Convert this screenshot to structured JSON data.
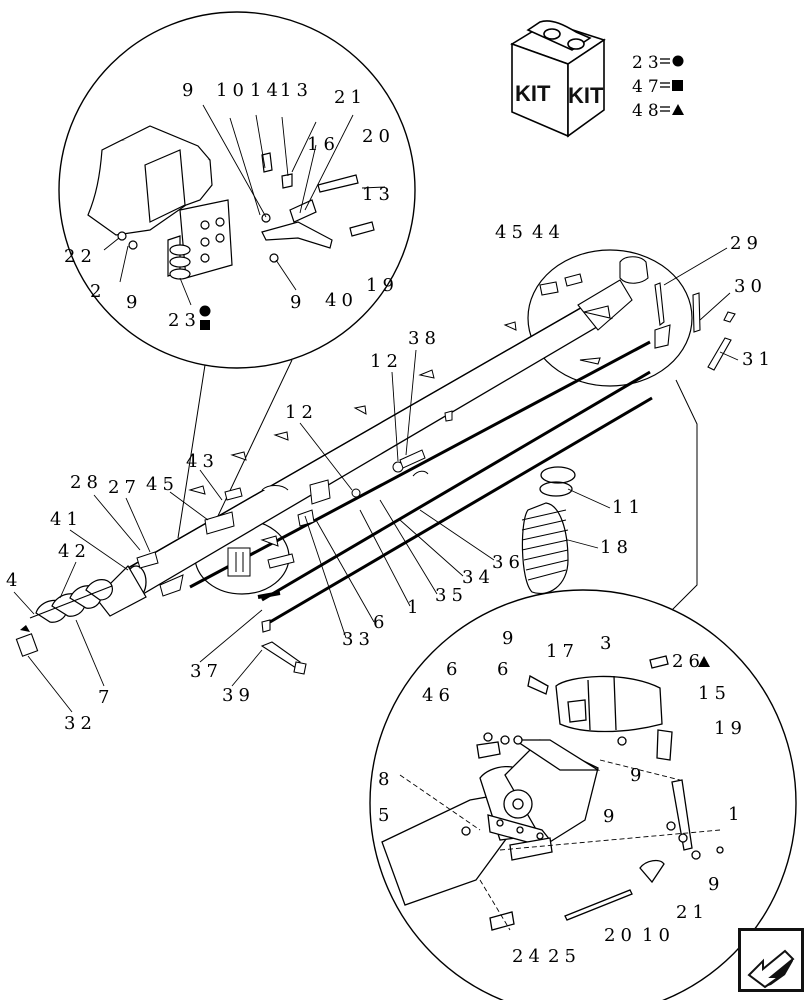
{
  "kit": {
    "word_left": "KIT",
    "word_right": "KIT"
  },
  "legend": [
    {
      "number": "23",
      "symbol": "circle"
    },
    {
      "number": "47",
      "symbol": "square"
    },
    {
      "number": "48",
      "symbol": "triangle"
    }
  ],
  "callouts": {
    "tl_9": "9",
    "tl_10": "10",
    "tl_14": "14",
    "tl_13": "13",
    "tl_21": "21",
    "tl_16": "16",
    "tl_20": "20",
    "tl_13b": "13",
    "tl_22": "22",
    "tl_2": "2",
    "tl_9b": "9",
    "tl_9c": "9",
    "tl_40": "40",
    "tl_19": "19",
    "tl_23": "23",
    "m_45": "45",
    "m_44": "44",
    "m_29": "29",
    "m_30": "30",
    "m_31": "31",
    "m_38": "38",
    "m_12": "12",
    "m_12b": "12",
    "m_11": "11",
    "m_18": "18",
    "m_36": "36",
    "m_34": "34",
    "m_35": "35",
    "m_1": "1",
    "m_6": "6",
    "m_33": "33",
    "m_43": "43",
    "m_28": "28",
    "m_27": "27",
    "m_45b": "45",
    "m_41": "41",
    "m_42": "42",
    "m_4": "4",
    "m_7": "7",
    "m_32": "32",
    "m_37": "37",
    "m_39": "39",
    "br_3": "3",
    "br_17": "17",
    "br_26": "26",
    "br_9": "9",
    "br_6": "6",
    "br_6b": "6",
    "br_46": "46",
    "br_15": "15",
    "br_19": "19",
    "br_8": "8",
    "br_5": "5",
    "br_9b": "9",
    "br_9c": "9",
    "br_1": "1",
    "br_9d": "9",
    "br_20": "20",
    "br_10": "10",
    "br_21": "21",
    "br_24": "24",
    "br_25": "25"
  },
  "nav": {
    "icon": "arrow-icon"
  }
}
